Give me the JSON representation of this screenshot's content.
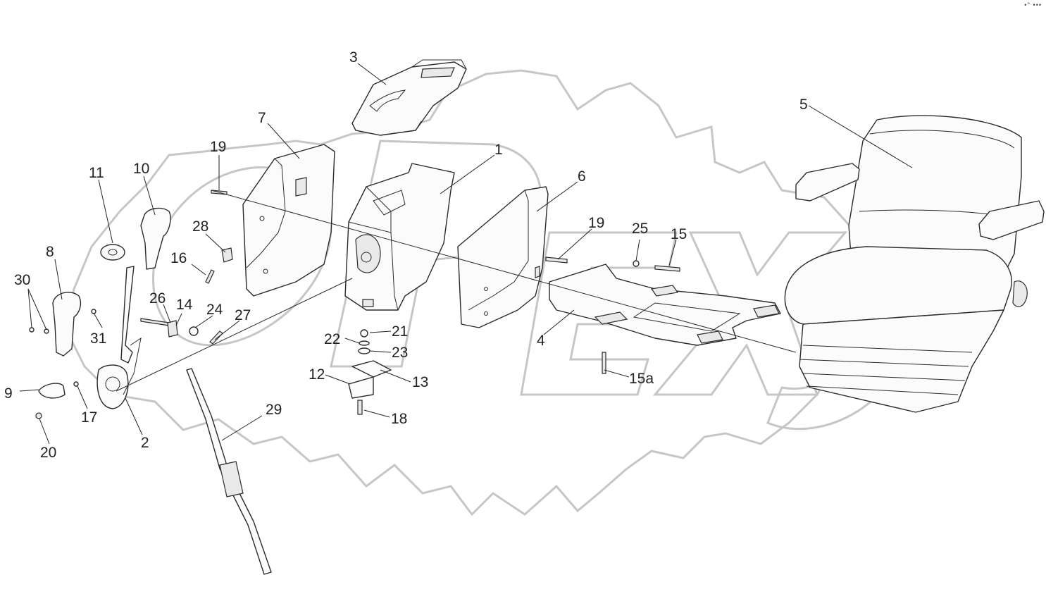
{
  "watermark": {
    "text": "OPEX"
  },
  "corner_mark": "•° •••",
  "labels": [
    {
      "id": "1",
      "text": "1"
    },
    {
      "id": "2",
      "text": "2"
    },
    {
      "id": "3",
      "text": "3"
    },
    {
      "id": "4",
      "text": "4"
    },
    {
      "id": "5",
      "text": "5"
    },
    {
      "id": "6",
      "text": "6"
    },
    {
      "id": "7",
      "text": "7"
    },
    {
      "id": "8",
      "text": "8"
    },
    {
      "id": "9",
      "text": "9"
    },
    {
      "id": "10",
      "text": "10"
    },
    {
      "id": "11",
      "text": "11"
    },
    {
      "id": "12",
      "text": "12"
    },
    {
      "id": "13",
      "text": "13"
    },
    {
      "id": "14",
      "text": "14"
    },
    {
      "id": "15",
      "text": "15"
    },
    {
      "id": "15a",
      "text": "15a"
    },
    {
      "id": "16",
      "text": "16"
    },
    {
      "id": "17",
      "text": "17"
    },
    {
      "id": "18",
      "text": "18"
    },
    {
      "id": "19a",
      "text": "19"
    },
    {
      "id": "19b",
      "text": "19"
    },
    {
      "id": "20",
      "text": "20"
    },
    {
      "id": "21",
      "text": "21"
    },
    {
      "id": "22",
      "text": "22"
    },
    {
      "id": "23",
      "text": "23"
    },
    {
      "id": "24",
      "text": "24"
    },
    {
      "id": "25",
      "text": "25"
    },
    {
      "id": "26",
      "text": "26"
    },
    {
      "id": "27",
      "text": "27"
    },
    {
      "id": "28",
      "text": "28"
    },
    {
      "id": "29",
      "text": "29"
    },
    {
      "id": "30",
      "text": "30"
    },
    {
      "id": "31",
      "text": "31"
    }
  ]
}
